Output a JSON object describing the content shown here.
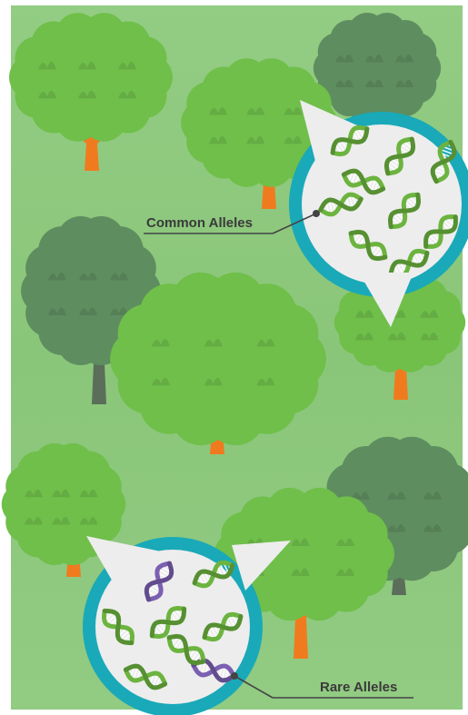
{
  "illustration": {
    "labels": {
      "common": "Common Alleles",
      "rare": "Rare Alleles"
    },
    "colors": {
      "background": "#8cc77c",
      "tree_canopy_bright": "#6fbf4a",
      "tree_canopy_dark": "#5e8d5f",
      "tree_trunk_orange": "#f07b1e",
      "tree_trunk_gray": "#5a6e5a",
      "bubble_fill": "#ededed",
      "bubble_ring": "#1aa9b8",
      "dna_common": "#6cb43f",
      "dna_rare": "#7b5fb1",
      "leader_line": "#444444"
    },
    "bubbles": [
      {
        "name": "common-alleles-bubble",
        "helix_count": 9,
        "rare_count": 0
      },
      {
        "name": "rare-alleles-bubble",
        "helix_count": 8,
        "rare_count": 2
      }
    ]
  }
}
